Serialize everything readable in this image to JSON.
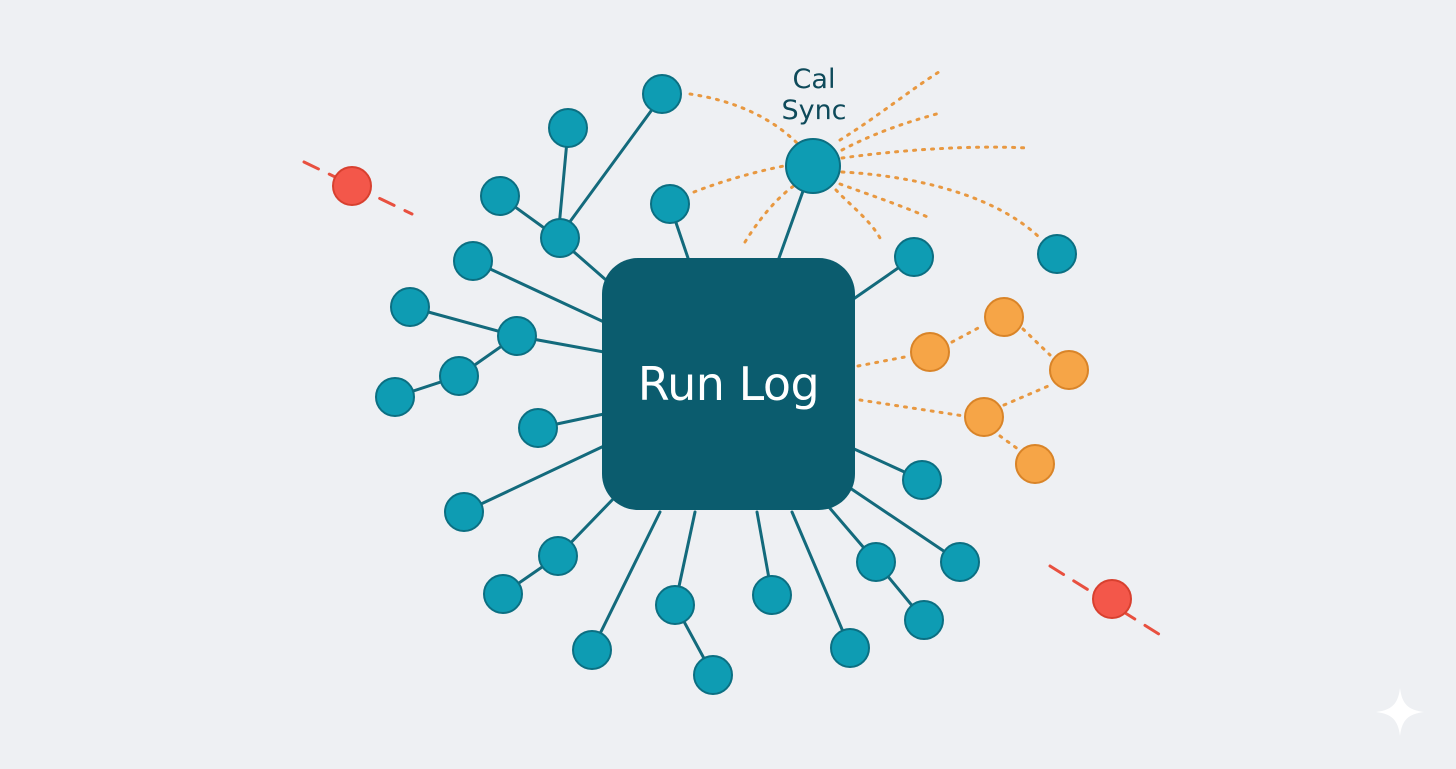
{
  "hub": {
    "label": "Run Log"
  },
  "cal_sync": {
    "line1": "Cal",
    "line2": "Sync"
  },
  "colors": {
    "background": "#eef0f3",
    "hub": "#0b5c6e",
    "node_fill": "#0e9cb3",
    "node_stroke": "#0b6f82",
    "edge": "#136a7c",
    "orange_fill": "#f6a547",
    "orange_stroke": "#d98428",
    "orange_edge": "#e89840",
    "red_fill": "#f3574a",
    "red_stroke": "#d8402f",
    "red_dash": "#e8503f"
  },
  "icons": [
    "sparkle-icon"
  ]
}
